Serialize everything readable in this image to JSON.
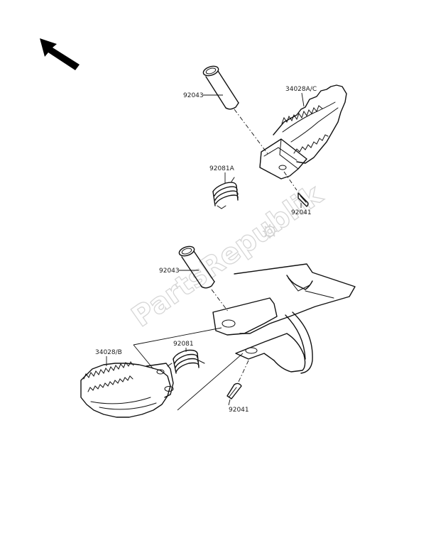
{
  "labels": {
    "pin_upper": "92043",
    "step_upper": "34028A/C",
    "spring_upper": "92081A",
    "cotter_upper": "92041",
    "pin_lower": "92043",
    "step_lower": "34028/B",
    "spring_lower": "92081",
    "cotter_lower": "92041"
  },
  "watermark": {
    "text": "PartsRepublik"
  }
}
